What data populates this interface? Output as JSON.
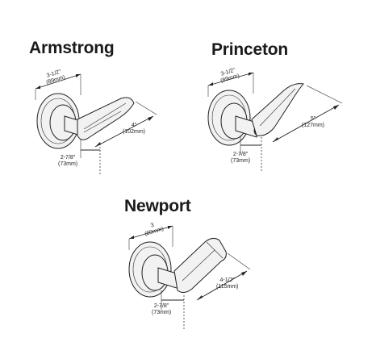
{
  "products": [
    {
      "name": "Armstrong",
      "rose_dim": "3-1/2\"",
      "rose_dim_mm": "(89mm)",
      "lever_dim": "4\"",
      "lever_dim_mm": "(102mm)",
      "projection_dim": "2-7/8\"",
      "projection_dim_mm": "(73mm)"
    },
    {
      "name": "Princeton",
      "rose_dim": "3-1/2\"",
      "rose_dim_mm": "(89mm)",
      "lever_dim": "5\"",
      "lever_dim_mm": "(127mm)",
      "projection_dim": "2-7/8\"",
      "projection_dim_mm": "(73mm)"
    },
    {
      "name": "Newport",
      "rose_dim": "3",
      "rose_dim_mm": "(89mm)",
      "lever_dim": "4-1/2\"",
      "lever_dim_mm": "(115mm)",
      "projection_dim": "2-7/8\"",
      "projection_dim_mm": "(73mm)"
    }
  ]
}
